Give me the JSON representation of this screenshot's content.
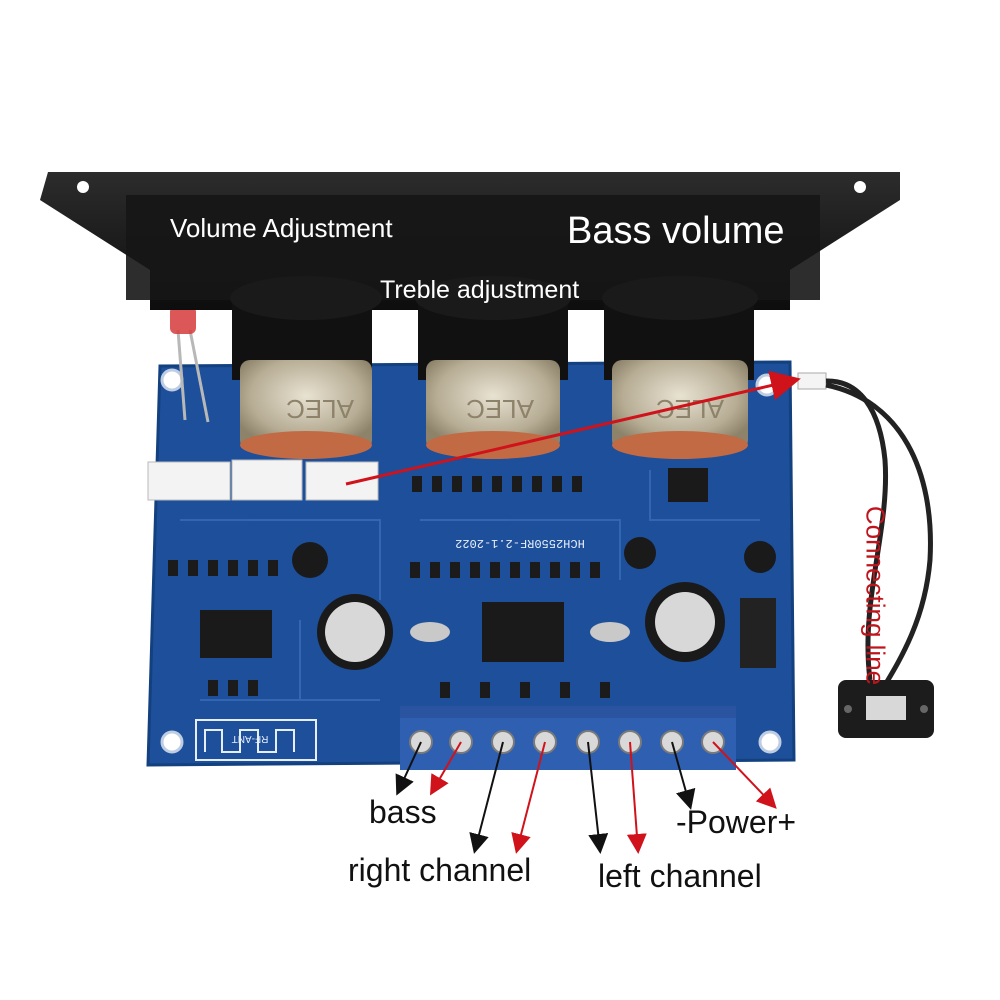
{
  "labels": {
    "volume_adjustment": "Volume Adjustment",
    "bass_volume": "Bass volume",
    "treble_adjustment": "Treble adjustment",
    "connecting_line": "Connecting line",
    "bass": "bass",
    "power": "-Power+",
    "right_channel": "right channel",
    "left_channel": "left channel"
  },
  "board_text": {
    "model": "HCH2550RF-2.1-2022",
    "pot_brand": "ALEC",
    "antenna": "RF-ANT"
  },
  "colors": {
    "board": "#1d4f9a",
    "panel": "#1c1c1c",
    "terminal": "#2f5fb0",
    "arrow_red": "#d0121b",
    "arrow_black": "#111111"
  }
}
